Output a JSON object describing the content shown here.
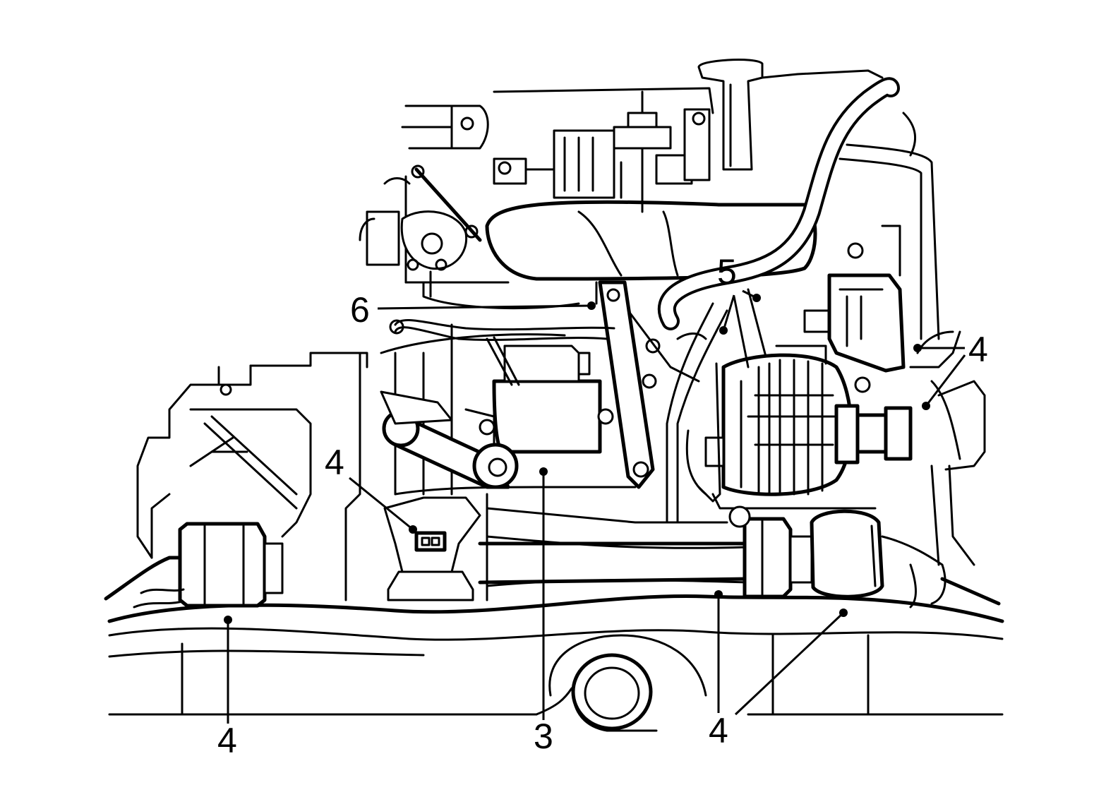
{
  "diagram": {
    "callouts": [
      {
        "id": "c6",
        "label": "6"
      },
      {
        "id": "c5",
        "label": "5"
      },
      {
        "id": "c4-right",
        "label": "4"
      },
      {
        "id": "c4-center",
        "label": "4"
      },
      {
        "id": "c4-bottom-left",
        "label": "4"
      },
      {
        "id": "c3",
        "label": "3"
      },
      {
        "id": "c4-bottom-right",
        "label": "4"
      }
    ],
    "colors": {
      "line": "#000000",
      "background": "#ffffff"
    }
  }
}
